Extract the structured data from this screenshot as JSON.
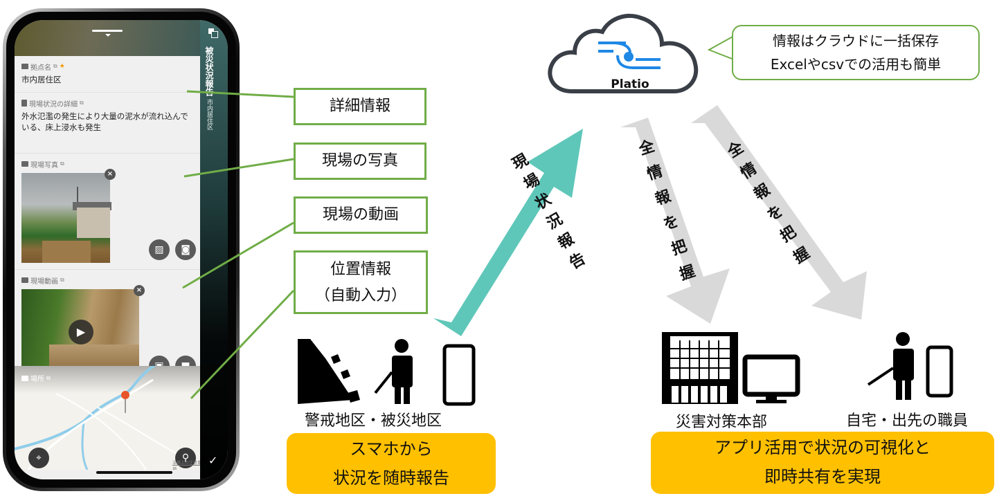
{
  "phone": {
    "side_panel": {
      "title": "被災状況報告",
      "subtitle": "市内居住区",
      "copy_icon": "copy-icon",
      "confirm_icon": "✓"
    },
    "fields": {
      "base_name": {
        "label": "拠点名",
        "required_mark": "★",
        "value": "市内居住区"
      },
      "details": {
        "label": "現場状況の詳細",
        "value": "外水氾濫の発生により大量の泥水が流れ込んでいる、床上浸水も発生"
      },
      "photo": {
        "label": "現場写真",
        "close": "×",
        "gallery_icon": "image-icon",
        "camera_icon": "camera-icon"
      },
      "video": {
        "label": "現場動画",
        "close": "×",
        "play": "▶",
        "library_icon": "video-library-icon",
        "record_icon": "video-camera-icon"
      },
      "location": {
        "label": "場所",
        "map_credit": "法律上の注意事項"
      }
    },
    "edit_glyph": "⧉"
  },
  "callouts": [
    {
      "id": "details",
      "text": "詳細情報"
    },
    {
      "id": "photo",
      "text": "現場の写真"
    },
    {
      "id": "video",
      "text": "現場の動画"
    },
    {
      "id": "location",
      "line1": "位置情報",
      "line2": "（自動入力）"
    }
  ],
  "cloud": {
    "brand": "Platio",
    "speech_line1": "情報はクラウドに一括保存",
    "speech_line2": "Excelやcsvでの活用も簡単",
    "brand_color": "#1e88e5"
  },
  "arrows": {
    "upload": {
      "chars": [
        "現",
        "場",
        "状",
        "況",
        "報",
        "告"
      ],
      "color": "#5fc7b9"
    },
    "download_left": {
      "chars": [
        "全",
        "情",
        "報",
        "を",
        "把",
        "握"
      ],
      "color": "#d9d9d9"
    },
    "download_right": {
      "chars": [
        "全",
        "情",
        "報",
        "を",
        "把",
        "握"
      ],
      "color": "#d9d9d9"
    }
  },
  "field_side": {
    "location_label": "警戒地区・被災地区",
    "box_line1": "スマホから",
    "box_line2": "状況を随時報告"
  },
  "hq_side": {
    "hq_label": "災害対策本部",
    "staff_label": "自宅・出先の職員",
    "box_line1": "アプリ活用で状況の可視化と",
    "box_line2": "即時共有を実現"
  },
  "colors": {
    "callout_border": "#70ad47",
    "yellow_box": "#ffc000",
    "upload_arrow": "#5fc7b9",
    "download_arrow": "#d9d9d9"
  }
}
